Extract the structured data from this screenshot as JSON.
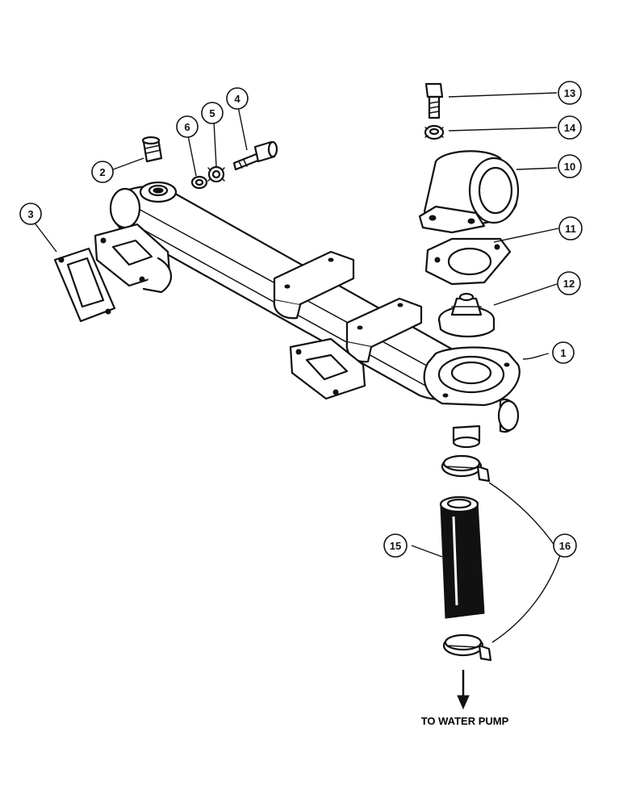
{
  "callouts": {
    "c1": "1",
    "c2": "2",
    "c3": "3",
    "c4": "4",
    "c5": "5",
    "c6": "6",
    "c10": "10",
    "c11": "11",
    "c12": "12",
    "c13": "13",
    "c14": "14",
    "c15": "15",
    "c16": "16"
  },
  "footer": {
    "label": "TO WATER PUMP"
  }
}
